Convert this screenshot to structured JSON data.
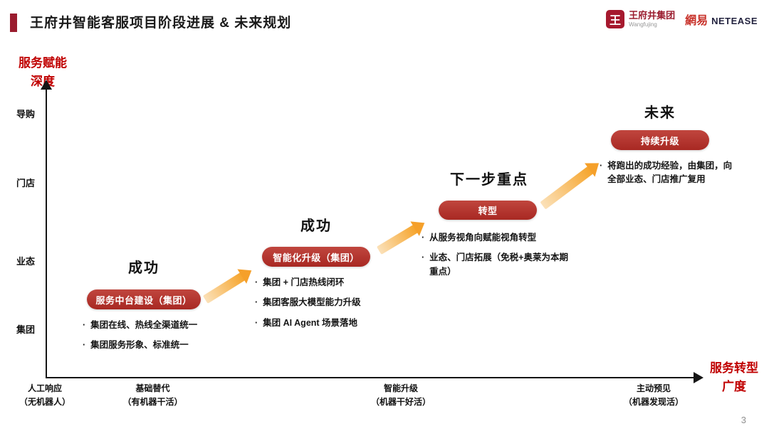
{
  "header": {
    "title": "王府井智能客服项目阶段进展 & 未来规划"
  },
  "logos": {
    "wangfujing_icon": "王",
    "wangfujing_name": "王府井集团",
    "wangfujing_sub": "Wangfujing",
    "netease_cn": "網易",
    "netease_en": "NETEASE"
  },
  "y_axis": {
    "title_line1": "服务赋能",
    "title_line2": "深度",
    "labels": [
      "导购",
      "门店",
      "业态",
      "集团"
    ]
  },
  "x_axis": {
    "title_line1": "服务转型",
    "title_line2": "广度",
    "labels": [
      {
        "name": "人工响应",
        "desc": "（无机器人）"
      },
      {
        "name": "基础替代",
        "desc": "（有机器干活）"
      },
      {
        "name": "智能升级",
        "desc": "（机器干好活）"
      },
      {
        "name": "主动预见",
        "desc": "（机器发现活）"
      }
    ]
  },
  "stages": [
    {
      "heading": "成功",
      "pill": "服务中台建设（集团）",
      "bullets": [
        "集团在线、热线全渠道统一",
        "集团服务形象、标准统一"
      ]
    },
    {
      "heading": "成功",
      "pill": "智能化升级（集团）",
      "bullets": [
        "集团 + 门店热线闭环",
        "集团客服大模型能力升级",
        "集团 AI Agent 场景落地"
      ]
    },
    {
      "heading": "下一步重点",
      "pill": "转型",
      "bullets": [
        "从服务视角向赋能视角转型",
        "业态、门店拓展（免税+奥莱为本期重点）"
      ]
    },
    {
      "heading": "未来",
      "pill": "持续升级",
      "bullets": [
        "将跑出的成功经验，由集团，向全部业态、门店推广复用"
      ]
    }
  ],
  "footer": {
    "page_number": "3"
  },
  "colors": {
    "brand_red": "#9a1c2e",
    "pill_red": "#b03430",
    "axis_label_red": "#c00000",
    "arrow_orange": "#f6a52d"
  }
}
